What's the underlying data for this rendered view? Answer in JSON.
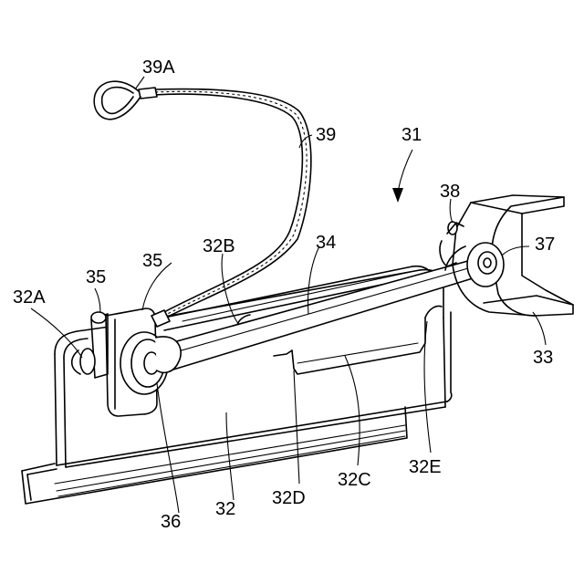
{
  "labels": {
    "l31": "31",
    "l32": "32",
    "l32a": "32A",
    "l32b": "32B",
    "l32c": "32C",
    "l32d": "32D",
    "l32e": "32E",
    "l33": "33",
    "l34": "34",
    "l35a": "35",
    "l35b": "35",
    "l36": "36",
    "l37": "37",
    "l38": "38",
    "l39": "39",
    "l39a": "39A"
  }
}
